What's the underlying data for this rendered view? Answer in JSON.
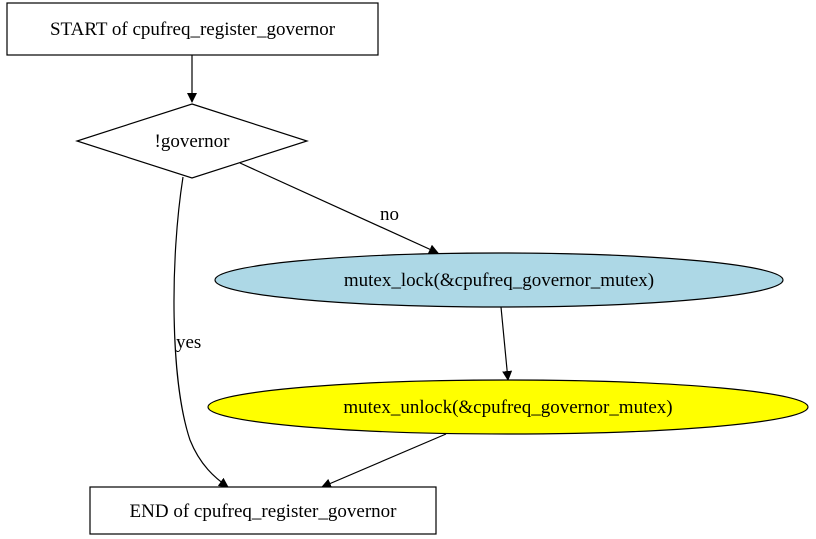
{
  "nodes": {
    "start": {
      "label": "START of cpufreq_register_governor",
      "fill": "#ffffff"
    },
    "decision": {
      "label": "!governor",
      "fill": "#ffffff"
    },
    "lock": {
      "label": "mutex_lock(&cpufreq_governor_mutex)",
      "fill": "#add8e6"
    },
    "unlock": {
      "label": "mutex_unlock(&cpufreq_governor_mutex)",
      "fill": "#ffff00"
    },
    "end": {
      "label": "END of cpufreq_register_governor",
      "fill": "#ffffff"
    }
  },
  "edges": {
    "no": {
      "label": "no"
    },
    "yes": {
      "label": "yes"
    }
  }
}
